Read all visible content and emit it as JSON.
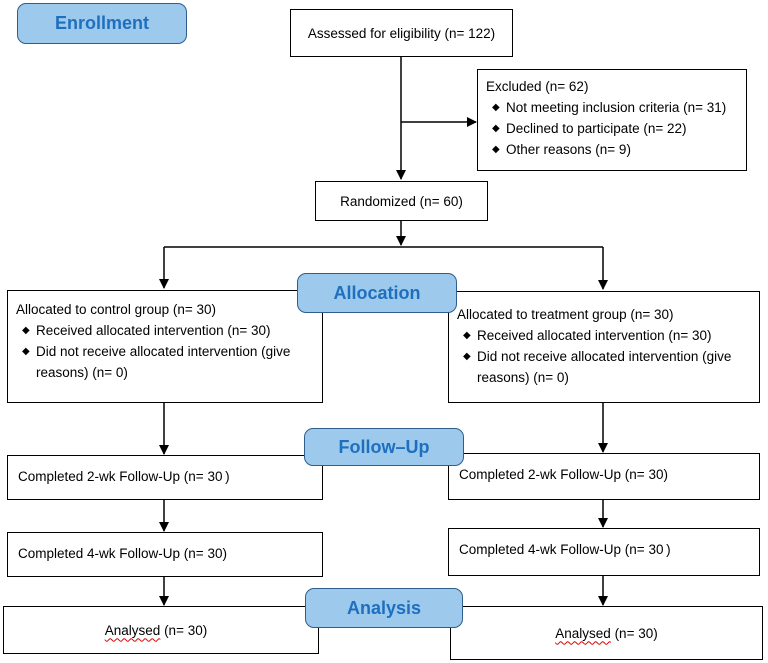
{
  "stages": {
    "enrollment": "Enrollment",
    "allocation": "Allocation",
    "follow_up": "Follow–Up",
    "analysis": "Analysis"
  },
  "assessed": "Assessed for eligibility (n= 122)",
  "excluded": {
    "title": "Excluded (n= 62)",
    "bullet_symbol": "◆",
    "items": [
      "Not meeting inclusion criteria (n= 31)",
      "Declined to participate (n= 22)",
      "Other reasons (n= 9)"
    ]
  },
  "randomized": "Randomized (n= 60)",
  "control": {
    "allocated": "Allocated to control group (n= 30)",
    "received": "Received allocated intervention (n= 30)",
    "not_received": "Did not receive allocated intervention (give reasons) (n=  0)",
    "followup_2wk": "Completed 2-wk Follow-Up (n= 30 )",
    "followup_4wk": "Completed 4-wk Follow-Up (n= 30)",
    "analysed_word": "Analysed",
    "analysed_count": " (n=  30)"
  },
  "treatment": {
    "allocated": "Allocated to treatment group (n= 30)",
    "received": "Received allocated intervention (n= 30)",
    "not_received": "Did not receive allocated intervention (give reasons) (n= 0)",
    "followup_2wk": "Completed 2-wk Follow-Up (n= 30)",
    "followup_4wk": "Completed 4-wk Follow-Up (n= 30 )",
    "analysed_word": "Analysed",
    "analysed_count": " (n= 30)"
  },
  "colors": {
    "stage_fill": "#9cc9ec",
    "stage_text": "#1f6fbf",
    "stage_border": "#2f5d8c",
    "line": "#000000",
    "spell_underline": "#d00000"
  }
}
